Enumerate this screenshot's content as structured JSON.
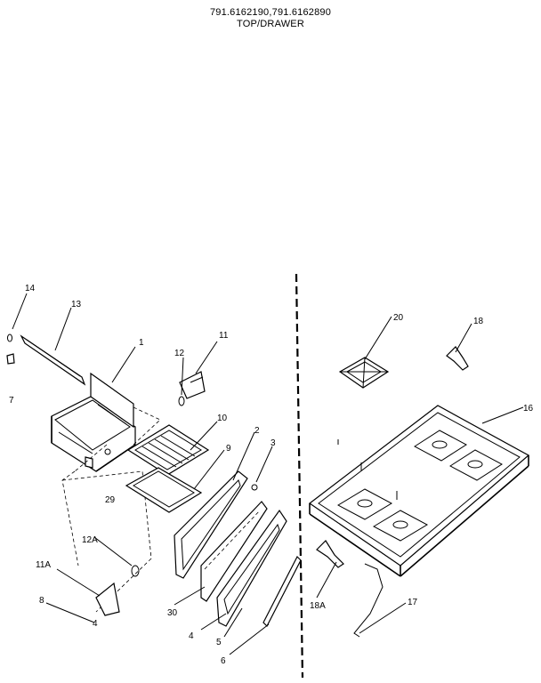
{
  "header": {
    "model_numbers": "791.6162190,791.6162890",
    "section_title": "TOP/DRAWER"
  },
  "callouts": {
    "c1": "1",
    "c3": "3",
    "c4": "4",
    "c5": "5",
    "c6": "6",
    "c7": "7",
    "c8": "8",
    "c9": "9",
    "c10": "10",
    "c11": "11",
    "c11a": "11A",
    "c12": "12",
    "c12a": "12A",
    "c13": "13",
    "c14": "14",
    "c16": "16",
    "c17": "17",
    "c18": "18",
    "c18a": "18A",
    "c20": "20",
    "c29": "29",
    "c30": "30",
    "c2": "2",
    "c4b": "4"
  }
}
